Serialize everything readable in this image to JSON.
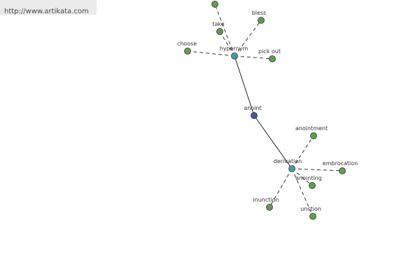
{
  "source_url": "http://www.artikata.com",
  "colors": {
    "leaf": "#5f9e4f",
    "hub": "#4f9a9c",
    "center": "#3e5aa8",
    "outline": "#333333",
    "label": "#333333"
  },
  "nodes": {
    "anoint": {
      "label": "anoint",
      "kind": "center"
    },
    "hypernym": {
      "label": "hypernym",
      "kind": "hub"
    },
    "derivation": {
      "label": "derivation",
      "kind": "hub"
    },
    "unlabeled": {
      "label": "",
      "kind": "leaf"
    },
    "take": {
      "label": "take",
      "kind": "leaf"
    },
    "bless": {
      "label": "bless",
      "kind": "leaf"
    },
    "choose": {
      "label": "choose",
      "kind": "leaf"
    },
    "pick_out": {
      "label": "pick out",
      "kind": "leaf"
    },
    "anointment": {
      "label": "anointment",
      "kind": "leaf"
    },
    "embrocation": {
      "label": "embrocation",
      "kind": "leaf"
    },
    "anointing": {
      "label": "anointing",
      "kind": "leaf"
    },
    "inunction": {
      "label": "inunction",
      "kind": "leaf"
    },
    "unction": {
      "label": "unction",
      "kind": "leaf"
    }
  },
  "edges": [
    {
      "from": "anoint",
      "to": "hypernym",
      "style": "solid"
    },
    {
      "from": "anoint",
      "to": "derivation",
      "style": "solid"
    },
    {
      "from": "hypernym",
      "to": "unlabeled",
      "style": "dashed"
    },
    {
      "from": "hypernym",
      "to": "take",
      "style": "dashed"
    },
    {
      "from": "hypernym",
      "to": "bless",
      "style": "dashed"
    },
    {
      "from": "hypernym",
      "to": "choose",
      "style": "dashed"
    },
    {
      "from": "hypernym",
      "to": "pick_out",
      "style": "dashed"
    },
    {
      "from": "derivation",
      "to": "anointment",
      "style": "dashed"
    },
    {
      "from": "derivation",
      "to": "embrocation",
      "style": "dashed"
    },
    {
      "from": "derivation",
      "to": "anointing",
      "style": "dashed"
    },
    {
      "from": "derivation",
      "to": "inunction",
      "style": "dashed"
    },
    {
      "from": "derivation",
      "to": "unction",
      "style": "dashed"
    }
  ]
}
